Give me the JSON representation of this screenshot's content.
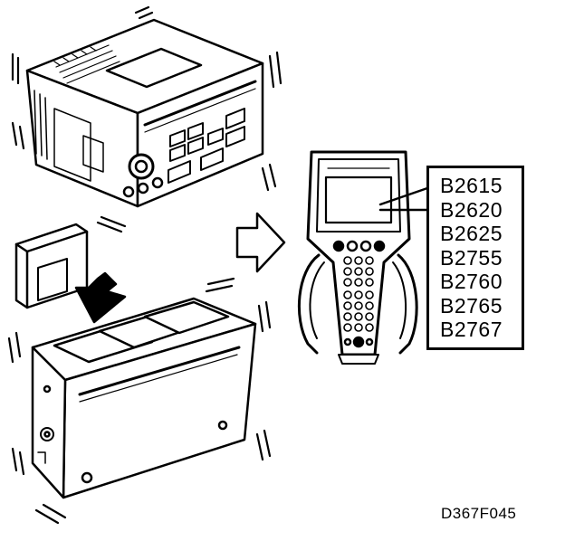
{
  "figure": {
    "dtc_codes": [
      "B2615",
      "B2620",
      "B2625",
      "B2755",
      "B2760",
      "B2765",
      "B2767"
    ],
    "figure_id": "D367F045"
  },
  "colors": {
    "line": "#000000",
    "background": "#ffffff"
  },
  "icons": {
    "radio_unit": "radio-receiver-icon",
    "cd_changer": "cd-changer-icon",
    "module_card": "plug-in-module-icon",
    "insert_arrow": "down-arrow-icon",
    "flow_arrow": "right-arrow-icon",
    "scan_tool": "hand-held-tester-icon"
  }
}
